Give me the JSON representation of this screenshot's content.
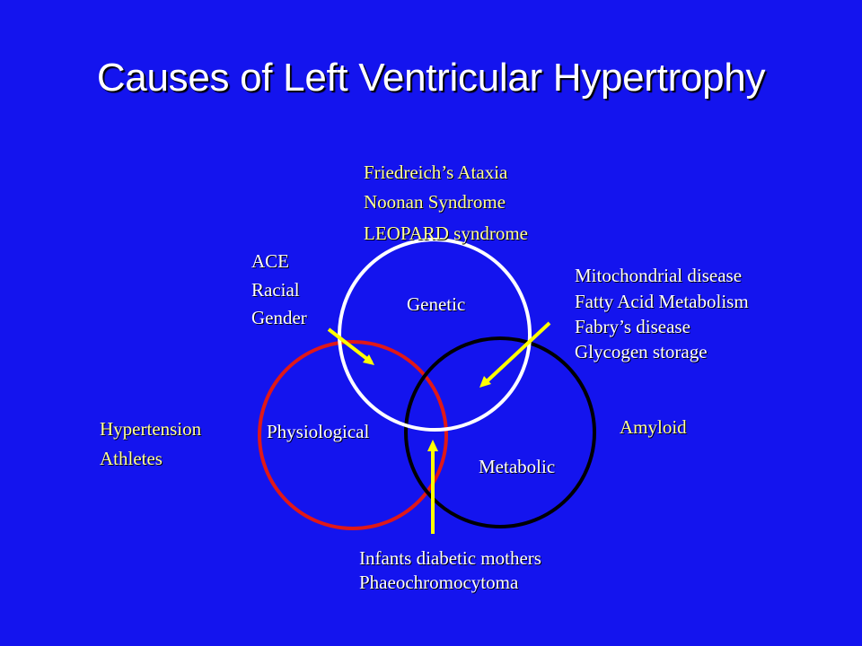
{
  "title": "Causes of Left Ventricular Hypertrophy",
  "colors": {
    "background": "#1414ee",
    "genetic_circle": "#ffffff",
    "physiological_circle": "#e01818",
    "metabolic_circle": "#000000",
    "arrow": "#ffff00",
    "highlight_text": "#ffff99"
  },
  "circles": {
    "genetic": "Genetic",
    "physiological": "Physiological",
    "metabolic": "Metabolic"
  },
  "genetic_causes": [
    "Friedreich’s Ataxia",
    "Noonan Syndrome",
    "LEOPARD syndrome"
  ],
  "overlap_genetic_physiological": [
    "ACE",
    "Racial",
    "Gender"
  ],
  "overlap_genetic_metabolic": [
    "Mitochondrial disease",
    "Fatty Acid Metabolism",
    "Fabry’s disease",
    "Glycogen storage"
  ],
  "physiological_causes": [
    "Hypertension",
    "Athletes"
  ],
  "metabolic_causes": [
    "Amyloid"
  ],
  "overlap_physiological_metabolic": [
    "Infants diabetic mothers",
    "Phaeochromocytoma"
  ]
}
